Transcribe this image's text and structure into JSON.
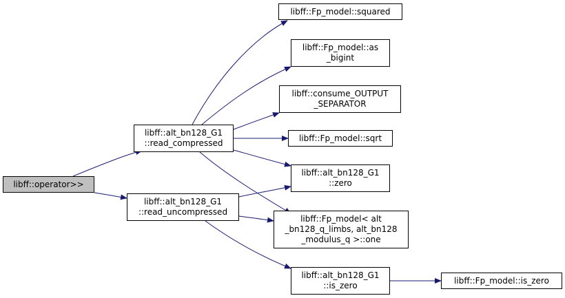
{
  "graph": {
    "edge_color": "#191970",
    "nodes": [
      {
        "id": "operator",
        "lines": [
          "libff::operator>>"
        ],
        "current": true
      },
      {
        "id": "read_compressed",
        "lines": [
          "libff::alt_bn128_G1",
          "::read_compressed"
        ]
      },
      {
        "id": "read_uncompressed",
        "lines": [
          "libff::alt_bn128_G1",
          "::read_uncompressed"
        ]
      },
      {
        "id": "squared",
        "lines": [
          "libff::Fp_model::squared"
        ]
      },
      {
        "id": "as_bigint",
        "lines": [
          "libff::Fp_model::as",
          "_bigint"
        ]
      },
      {
        "id": "consume",
        "lines": [
          "libff::consume_OUTPUT",
          "_SEPARATOR"
        ]
      },
      {
        "id": "sqrt",
        "lines": [
          "libff::Fp_model::sqrt"
        ]
      },
      {
        "id": "g1_zero",
        "lines": [
          "libff::alt_bn128_G1",
          "::zero"
        ]
      },
      {
        "id": "fp_one",
        "lines": [
          "libff::Fp_model< alt",
          "_bn128_q_limbs, alt_bn128",
          "_modulus_q >::one"
        ]
      },
      {
        "id": "g1_is_zero",
        "lines": [
          "libff::alt_bn128_G1",
          "::is_zero"
        ]
      },
      {
        "id": "fp_is_zero",
        "lines": [
          "libff::Fp_model::is_zero"
        ]
      }
    ],
    "edges": [
      {
        "from": "operator",
        "to": "read_compressed"
      },
      {
        "from": "operator",
        "to": "read_uncompressed"
      },
      {
        "from": "read_compressed",
        "to": "squared"
      },
      {
        "from": "read_compressed",
        "to": "as_bigint"
      },
      {
        "from": "read_compressed",
        "to": "consume"
      },
      {
        "from": "read_compressed",
        "to": "sqrt"
      },
      {
        "from": "read_compressed",
        "to": "g1_zero"
      },
      {
        "from": "read_compressed",
        "to": "fp_one"
      },
      {
        "from": "read_uncompressed",
        "to": "g1_zero"
      },
      {
        "from": "read_uncompressed",
        "to": "fp_one"
      },
      {
        "from": "read_uncompressed",
        "to": "g1_is_zero"
      },
      {
        "from": "g1_is_zero",
        "to": "fp_is_zero"
      }
    ]
  }
}
